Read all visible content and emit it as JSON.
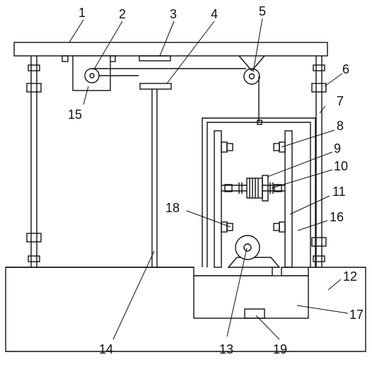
{
  "diagram": {
    "labels": {
      "l1": "1",
      "l2": "2",
      "l3": "3",
      "l4": "4",
      "l5": "5",
      "l6": "6",
      "l7": "7",
      "l8": "8",
      "l9": "9",
      "l10": "10",
      "l11": "11",
      "l12": "12",
      "l13": "13",
      "l14": "14",
      "l15": "15",
      "l16": "16",
      "l17": "17",
      "l18": "18",
      "l19": "19"
    }
  }
}
